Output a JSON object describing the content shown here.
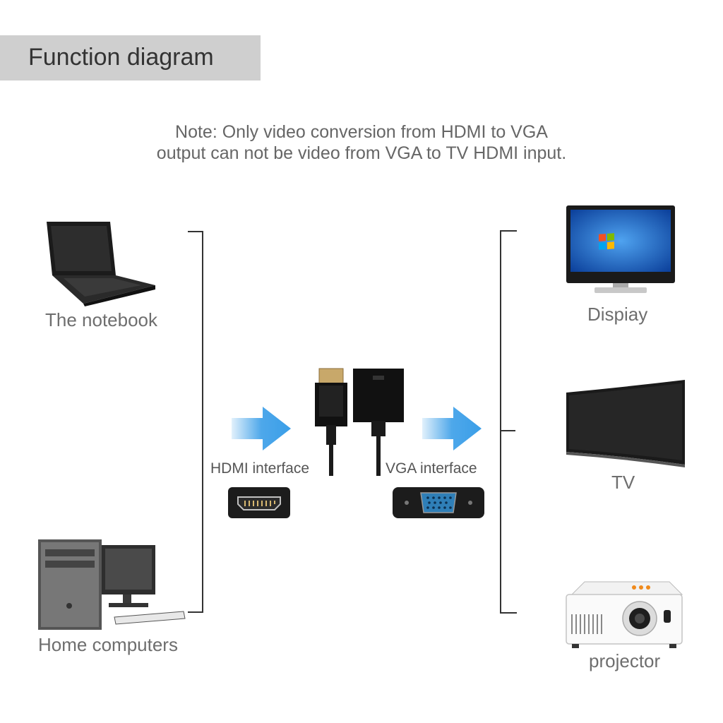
{
  "header": {
    "title": "Function diagram"
  },
  "note": {
    "line1": "Note: Only video conversion from HDMI to VGA",
    "line2": "output can not be video from VGA to TV HDMI input."
  },
  "sources": [
    {
      "label": "The notebook",
      "icon": "laptop-icon"
    },
    {
      "label": "Home computers",
      "icon": "desktop-computer-icon"
    }
  ],
  "adapter": {
    "hdmi_label": "HDMI interface",
    "vga_label": "VGA interface"
  },
  "outputs": [
    {
      "label": "Dispiay",
      "icon": "monitor-icon"
    },
    {
      "label": "TV",
      "icon": "tv-icon"
    },
    {
      "label": "projector",
      "icon": "projector-icon"
    }
  ],
  "colors": {
    "arrow": "#3a9ee8",
    "title_bg": "#cfcfcf",
    "text": "#6e6e6e"
  }
}
